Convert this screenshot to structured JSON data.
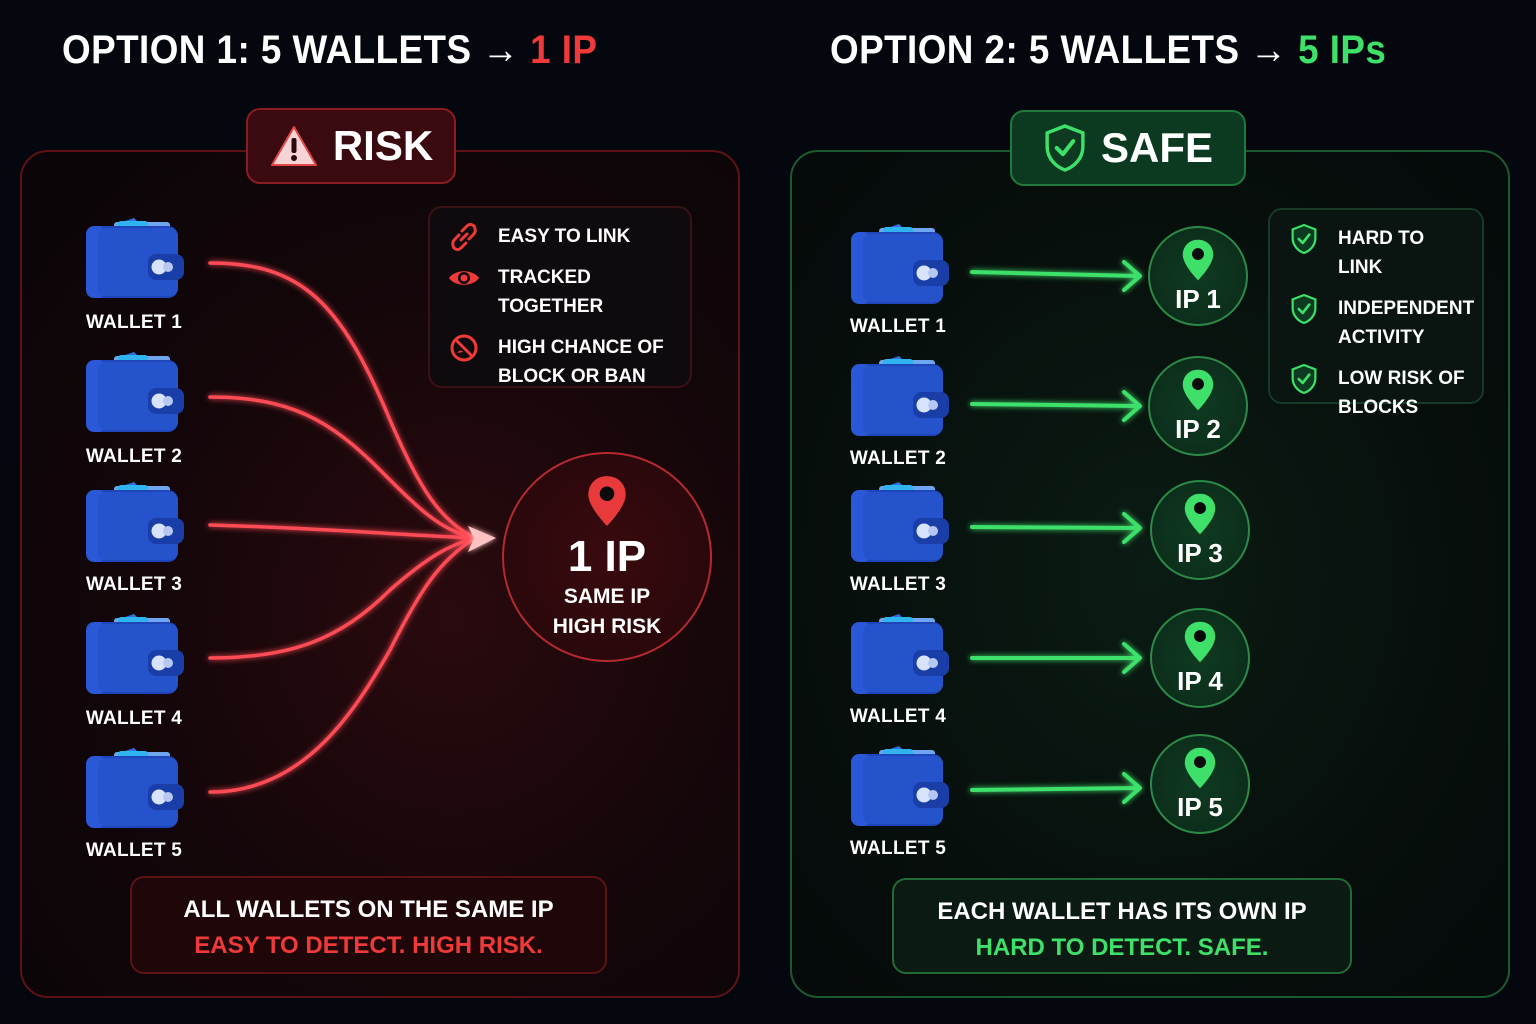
{
  "option1": {
    "title_prefix": "OPTION 1: 5 WALLETS → ",
    "title_highlight": "1 IP",
    "badge_label": "RISK",
    "badge_icon": "warning-triangle-icon",
    "wallets": [
      {
        "label": "WALLET 1"
      },
      {
        "label": "WALLET 2"
      },
      {
        "label": "WALLET 3"
      },
      {
        "label": "WALLET 4"
      },
      {
        "label": "WALLET 5"
      }
    ],
    "info_items": [
      {
        "icon": "broken-link-icon",
        "text": "EASY TO LINK"
      },
      {
        "icon": "eye-icon",
        "text": "TRACKED TOGETHER"
      },
      {
        "icon": "ban-icon",
        "text": "HIGH CHANCE OF BLOCK OR BAN"
      }
    ],
    "ip_node": {
      "value": "1 IP",
      "line1": "SAME IP",
      "line2": "HIGH RISK",
      "icon": "location-pin-icon"
    },
    "footer": {
      "line1": "ALL WALLETS ON THE SAME IP",
      "line2": "EASY TO DETECT. HIGH RISK."
    },
    "accent": "#f03a3a"
  },
  "option2": {
    "title_prefix": "OPTION 2: 5 WALLETS → ",
    "title_highlight": "5 IPs",
    "badge_label": "SAFE",
    "badge_icon": "shield-check-icon",
    "wallets": [
      {
        "label": "WALLET 1",
        "ip": "IP 1"
      },
      {
        "label": "WALLET 2",
        "ip": "IP 2"
      },
      {
        "label": "WALLET 3",
        "ip": "IP 3"
      },
      {
        "label": "WALLET 4",
        "ip": "IP 4"
      },
      {
        "label": "WALLET 5",
        "ip": "IP 5"
      }
    ],
    "info_items": [
      {
        "icon": "shield-check-icon",
        "text": "HARD TO LINK"
      },
      {
        "icon": "shield-check-icon",
        "text": "INDEPENDENT ACTIVITY"
      },
      {
        "icon": "shield-check-icon",
        "text": "LOW RISK OF BLOCKS"
      }
    ],
    "footer": {
      "line1": "EACH WALLET HAS ITS OWN IP",
      "line2": "HARD TO DETECT. SAFE."
    },
    "accent": "#3ee06a"
  }
}
